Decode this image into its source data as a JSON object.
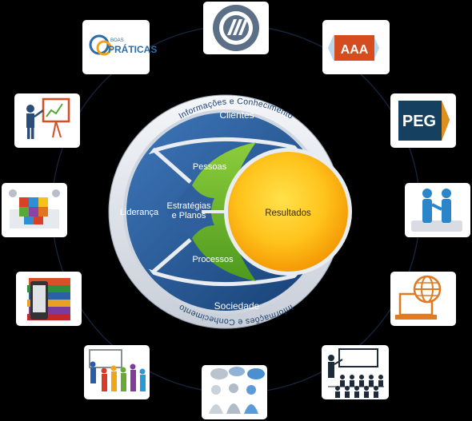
{
  "diagram": {
    "outer_ring_top": "Informações e Conhecimento",
    "outer_ring_bottom": "Informações e Conhecimento",
    "sections": {
      "clientes": "Clientes",
      "lideranca": "Liderança",
      "sociedade": "Sociedade",
      "pessoas": "Pessoas",
      "estrategias_line1": "Estratégias",
      "estrategias_line2": "e Planos",
      "processos": "Processos",
      "resultados": "Resultados"
    }
  },
  "tiles": {
    "boas_praticas": {
      "small": "BOAS",
      "big": "PRÁTICAS"
    },
    "aaa": "AAA",
    "peg": "PEG"
  },
  "colors": {
    "background": "#000000",
    "ring_blue": "#1f4f8c",
    "blue_light": "#3a6eb0",
    "green": "#6cb02c",
    "orange": "#f5a200",
    "tile_bg": "#ffffff"
  }
}
